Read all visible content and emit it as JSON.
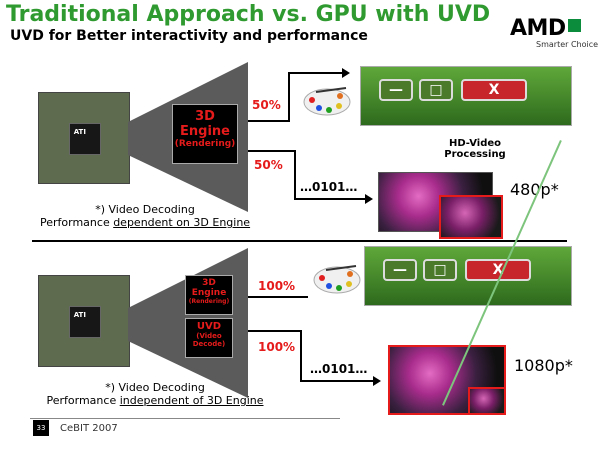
{
  "header": {
    "title": "Traditional Approach vs. GPU with UVD",
    "subtitle": "UVD for Better interactivity and performance"
  },
  "logo": {
    "text": "AMD",
    "tagline": "Smarter Choice"
  },
  "top": {
    "engine_line1": "3D",
    "engine_line2": "Engine",
    "engine_line3": "(Rendering)",
    "pct_upper": "50%",
    "pct_lower": "50%",
    "binary": "…0101…",
    "hd_label_line1": "HD-Video",
    "hd_label_line2": "Processing",
    "resolution": "480p*",
    "caption_line1": "*) Video Decoding",
    "caption_prefix": "Performance ",
    "caption_emph": "dependent on 3D Engine"
  },
  "bottom": {
    "engine_line1": "3D",
    "engine_line2": "Engine",
    "engine_line3": "(Rendering)",
    "uvd_line1": "UVD",
    "uvd_line2": "(Video",
    "uvd_line3": "Decode)",
    "pct_upper": "100%",
    "pct_lower": "100%",
    "binary": "…0101…",
    "resolution": "1080p*",
    "caption_line1": "*) Video Decoding",
    "caption_prefix": "Performance ",
    "caption_emph": "independent of 3D Engine"
  },
  "chip_label": "ATI",
  "ui_buttons": {
    "minimize": "—",
    "maximize": "□",
    "close": "X"
  },
  "footer": {
    "page": "33",
    "event": "CeBIT 2007"
  },
  "colors": {
    "title_green": "#2f9a2f",
    "accent_red": "#e51b1b",
    "amd_green": "#0a8c3c"
  }
}
